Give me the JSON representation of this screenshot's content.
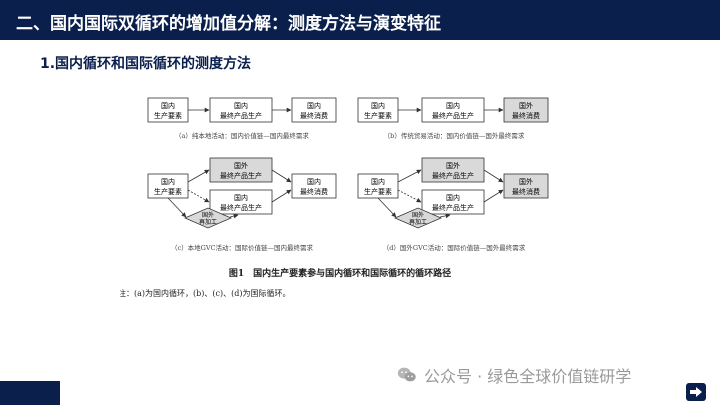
{
  "header": {
    "title": "二、国内国际双循环的增加值分解：测度方法与演变特征"
  },
  "section": {
    "title": "1.国内循环和国际循环的测度方法"
  },
  "figure": {
    "boxes": {
      "domestic_factor": "国内生产要素",
      "domestic_final_production": "国内最终产品生产",
      "domestic_final_consumption": "国内最终消费",
      "foreign_final_production": "国外最终产品生产",
      "foreign_final_consumption": "国外最终消费",
      "foreign_reprocessing": "国外再加工"
    },
    "captions": {
      "a": "（a）纯本地活动：国内价值链—国内最终需求",
      "b": "（b）传统贸易活动：国内价值链—国外最终需求",
      "c": "（c）本地GVC活动：国际价值链—国内最终需求",
      "d": "（d）国外GVC活动：国际价值链—国外最终需求"
    },
    "title": "图1　国内生产要素参与国内循环和国际循环的循环路径",
    "note": "注：(a)为国内循环，(b)、(c)、(d)为国际循环。"
  },
  "watermark": {
    "text": "公众号 · 绿色全球价值链研学"
  },
  "colors": {
    "header_bg": "#0b1f4d",
    "shaded_box": "#d9d9d9"
  }
}
